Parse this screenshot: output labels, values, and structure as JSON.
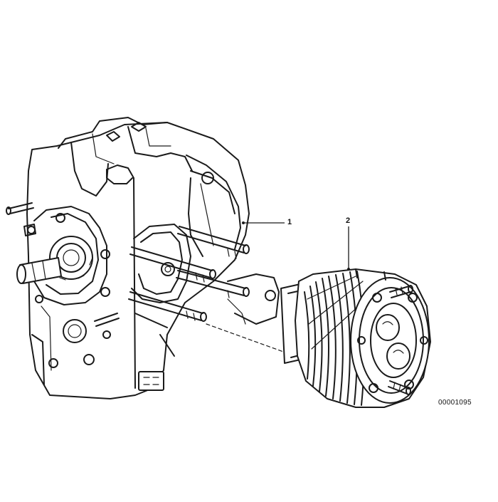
{
  "callouts": [
    {
      "label": "1"
    },
    {
      "label": "2"
    }
  ],
  "drawing_number": "00001095"
}
